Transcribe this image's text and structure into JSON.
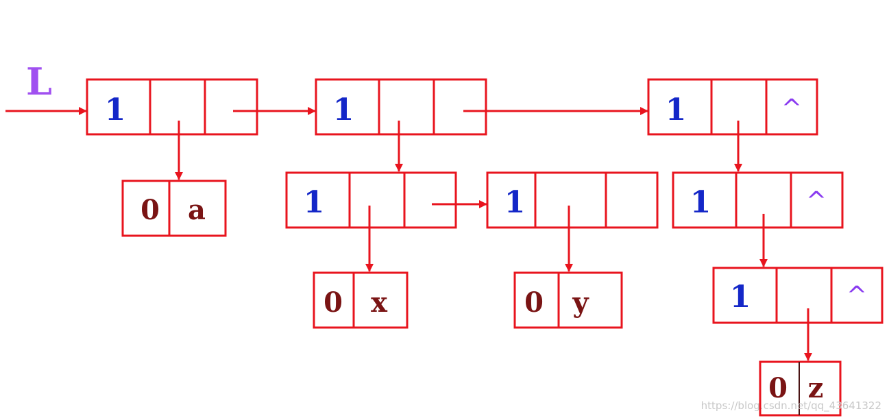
{
  "head_pointer": "L",
  "top_nodes": [
    {
      "tag": "1",
      "tail": ""
    },
    {
      "tag": "1",
      "tail": ""
    },
    {
      "tag": "1",
      "tail": "^"
    }
  ],
  "sub_nodes": [
    {
      "tag": "1",
      "tail": ""
    },
    {
      "tag": "1",
      "tail": ""
    },
    {
      "tag": "1",
      "tail": "^"
    },
    {
      "tag": "1",
      "tail": "^"
    }
  ],
  "atoms": [
    {
      "tag": "0",
      "value": "a"
    },
    {
      "tag": "0",
      "value": "x"
    },
    {
      "tag": "0",
      "value": "y"
    },
    {
      "tag": "0",
      "value": "z"
    }
  ],
  "watermark": "https://blog.csdn.net/qq_43641322",
  "colors": {
    "line": "#e8141e",
    "tag_one": "#1427c8",
    "atom_text": "#7a1414",
    "nil": "#8a3cf0",
    "pointer_label": "#a050f0"
  }
}
